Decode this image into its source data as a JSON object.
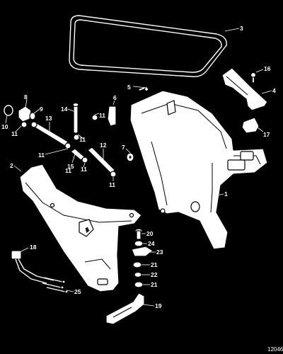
{
  "callouts": [
    "1",
    "2",
    "3",
    "4",
    "5",
    "6",
    "7",
    "8",
    "9",
    "10",
    "11",
    "11",
    "11",
    "11",
    "11",
    "11",
    "11",
    "12",
    "13",
    "14",
    "15",
    "16",
    "17",
    "18",
    "19",
    "20",
    "21",
    "21",
    "22",
    "23",
    "24",
    "25"
  ],
  "drawing_number": "12046"
}
